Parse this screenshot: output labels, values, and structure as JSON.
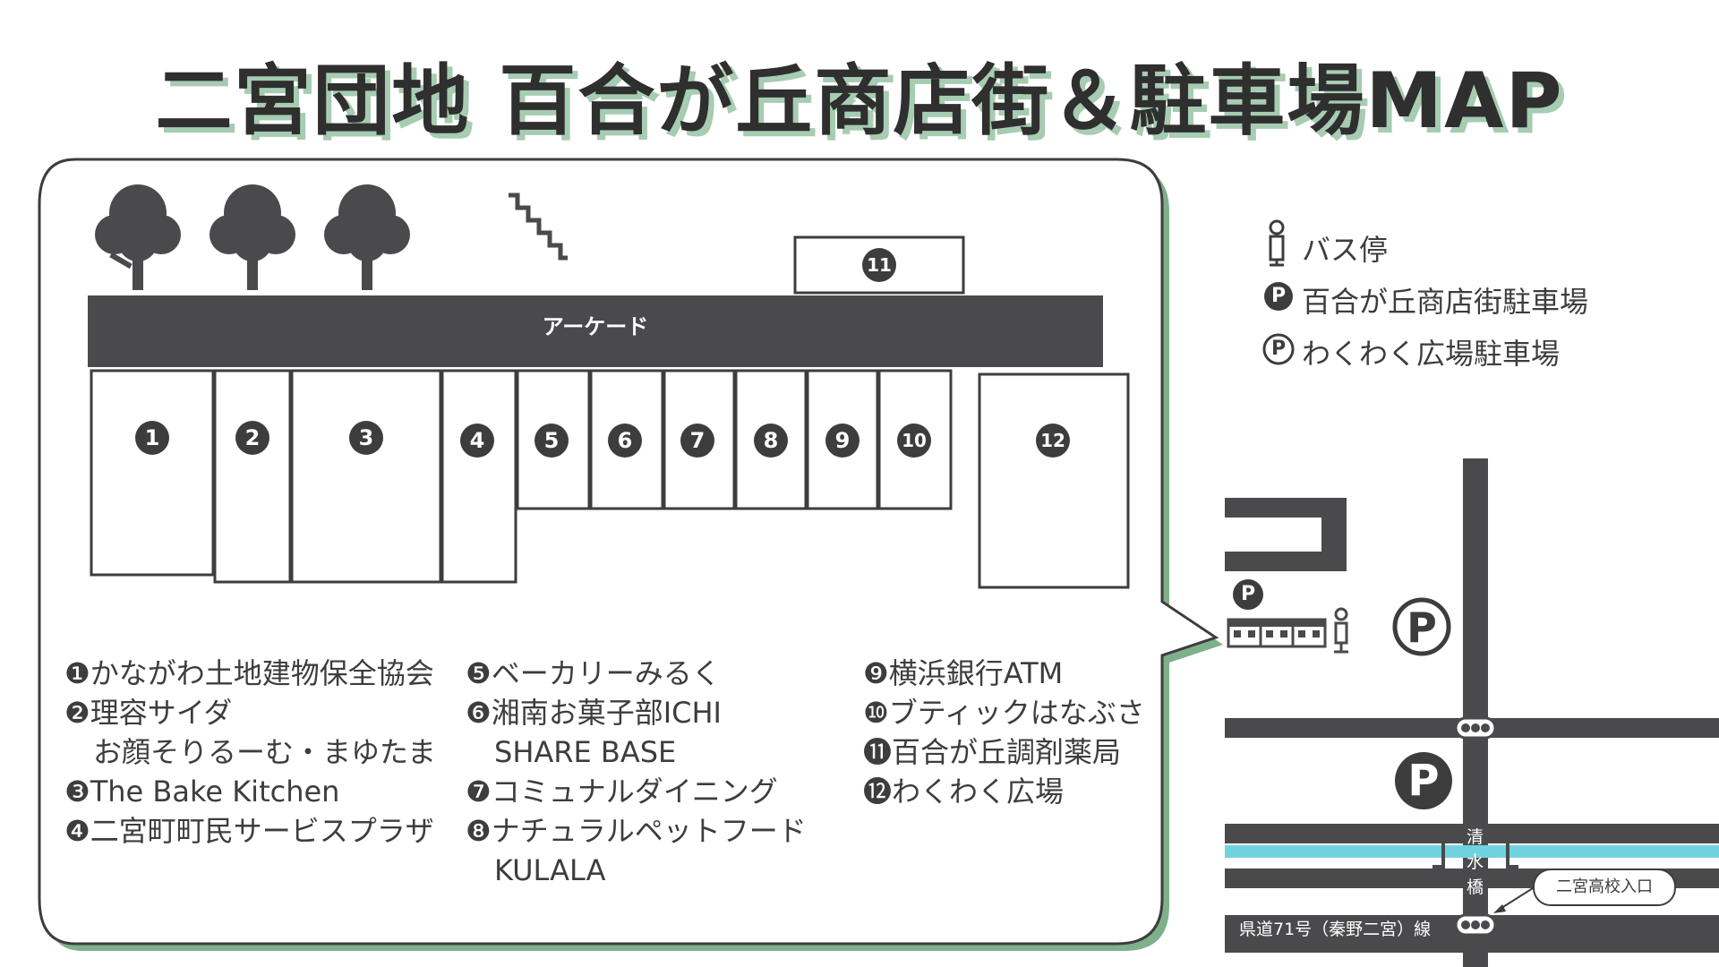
{
  "title": "二宮団地 百合が丘商店街＆駐車場MAP",
  "arcade_label": "アーケード",
  "shops": [
    {
      "num": "1"
    },
    {
      "num": "2"
    },
    {
      "num": "3"
    },
    {
      "num": "4"
    },
    {
      "num": "5"
    },
    {
      "num": "6"
    },
    {
      "num": "7"
    },
    {
      "num": "8"
    },
    {
      "num": "9"
    },
    {
      "num": "10"
    },
    {
      "num": "11"
    },
    {
      "num": "12"
    }
  ],
  "store_list": {
    "col1": [
      "❶かながわ土地建物保全協会",
      "❷理容サイダ",
      "　お顔そりるーむ・まゆたま",
      "❸The Bake Kitchen",
      "❹二宮町町民サービスプラザ"
    ],
    "col2": [
      "❺ベーカリーみるく",
      "❻湘南お菓子部ICHI",
      "　SHARE BASE",
      "❼コミュナルダイニング",
      "❽ナチュラルペットフード",
      "　KULALA"
    ],
    "col3": [
      "❾横浜銀行ATM",
      "❿ブティックはなぶさ",
      "⓫百合が丘調剤薬局",
      "⓬わくわく広場"
    ]
  },
  "legend": {
    "bus_stop": "バス停",
    "shopping_parking": "百合が丘商店街駐車場",
    "wakuwaku_parking": "わくわく広場駐車場",
    "parking_symbol": "P"
  },
  "road_label": "県道71号（秦野二宮）線",
  "bridge_label": [
    "清",
    "水",
    "橋"
  ],
  "school_entrance": "二宮高校入口",
  "colors": {
    "dark": "#4a4a4c",
    "text": "#3d3d3d",
    "accent_green": "#7fb08c",
    "title_shadow": "#a6ccb1",
    "river": "#6fd3df"
  }
}
